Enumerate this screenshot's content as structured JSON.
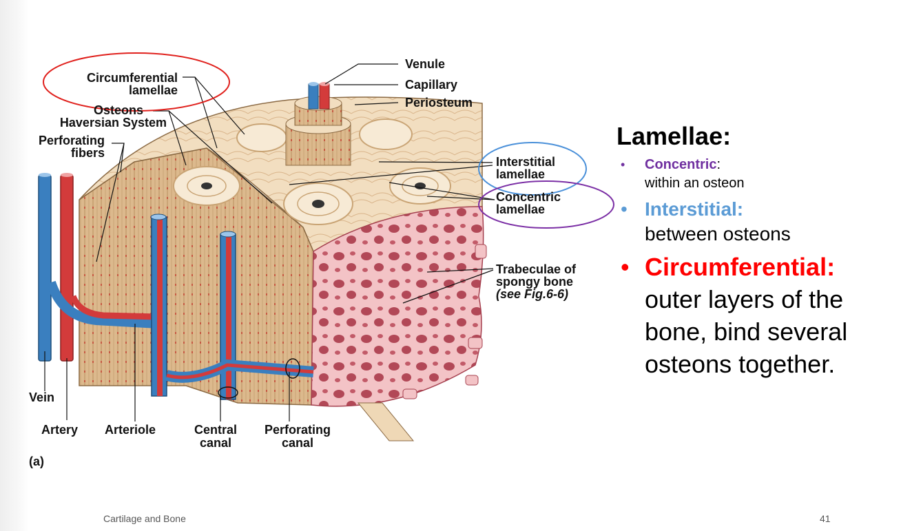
{
  "diagram": {
    "labels": {
      "circumferential_1": "Circumferential",
      "circumferential_2": "lamellae",
      "osteons": "Osteons",
      "haversian": "Haversian System",
      "perforating_fibers_1": "Perforating",
      "perforating_fibers_2": "fibers",
      "venule": "Venule",
      "capillary": "Capillary",
      "periosteum": "Periosteum",
      "interstitial_1": "Interstitial",
      "interstitial_2": "lamellae",
      "concentric_1": "Concentric",
      "concentric_2": "lamellae",
      "trabeculae_1": "Trabeculae of",
      "trabeculae_2": "spongy bone",
      "trabeculae_3": "(see Fig.6-6)",
      "vein": "Vein",
      "artery": "Artery",
      "arteriole": "Arteriole",
      "central_1": "Central",
      "central_2": "canal",
      "perforating_canal_1": "Perforating",
      "perforating_canal_2": "canal",
      "panel": "(a)"
    },
    "colors": {
      "circumferential_ring": "#e0201c",
      "interstitial_ring": "#4a90d9",
      "concentric_ring": "#7b2fa5"
    }
  },
  "panel": {
    "heading": "Lamellae:",
    "items": [
      {
        "bullet": "•",
        "term": "Concentric",
        "suffix": ":",
        "desc": "within an osteon",
        "color": "#7030a0"
      },
      {
        "bullet": "•",
        "term": "Interstitial:",
        "suffix": "",
        "desc": "between osteons",
        "color": "#5b9bd5"
      },
      {
        "bullet": "•",
        "term": "Circumferential:",
        "suffix": "",
        "desc": "outer layers of the bone, bind several osteons together.",
        "color": "#ff0000"
      }
    ]
  },
  "footer": {
    "left": "Cartilage and Bone",
    "right": "41"
  }
}
